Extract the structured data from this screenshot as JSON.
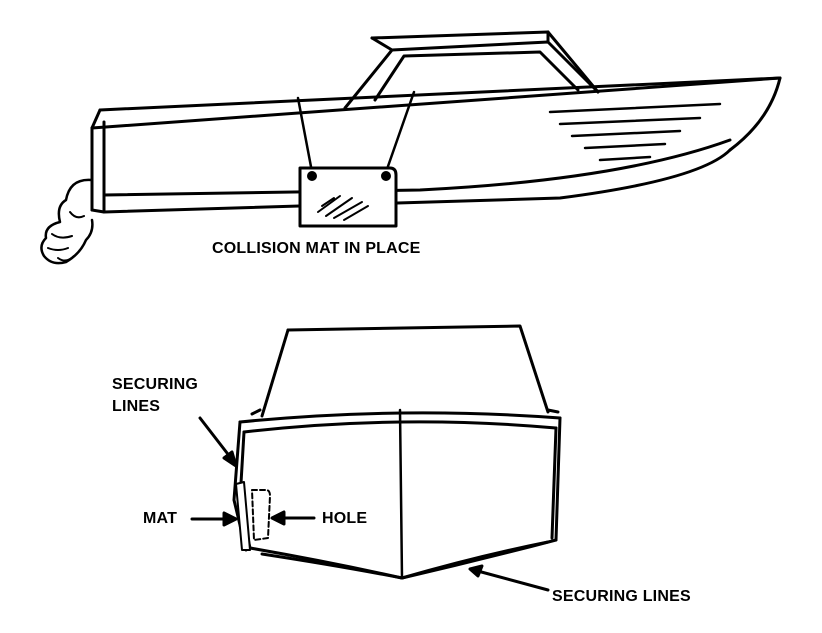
{
  "colors": {
    "ink": "#000000",
    "paper": "#ffffff"
  },
  "top_figure": {
    "caption": "COLLISION MAT IN PLACE"
  },
  "bottom_figure": {
    "labels": {
      "securing_lines_side": [
        "SECURING",
        "LINES"
      ],
      "mat": "MAT",
      "hole": "HOLE",
      "securing_lines_bottom": "SECURING LINES"
    }
  }
}
